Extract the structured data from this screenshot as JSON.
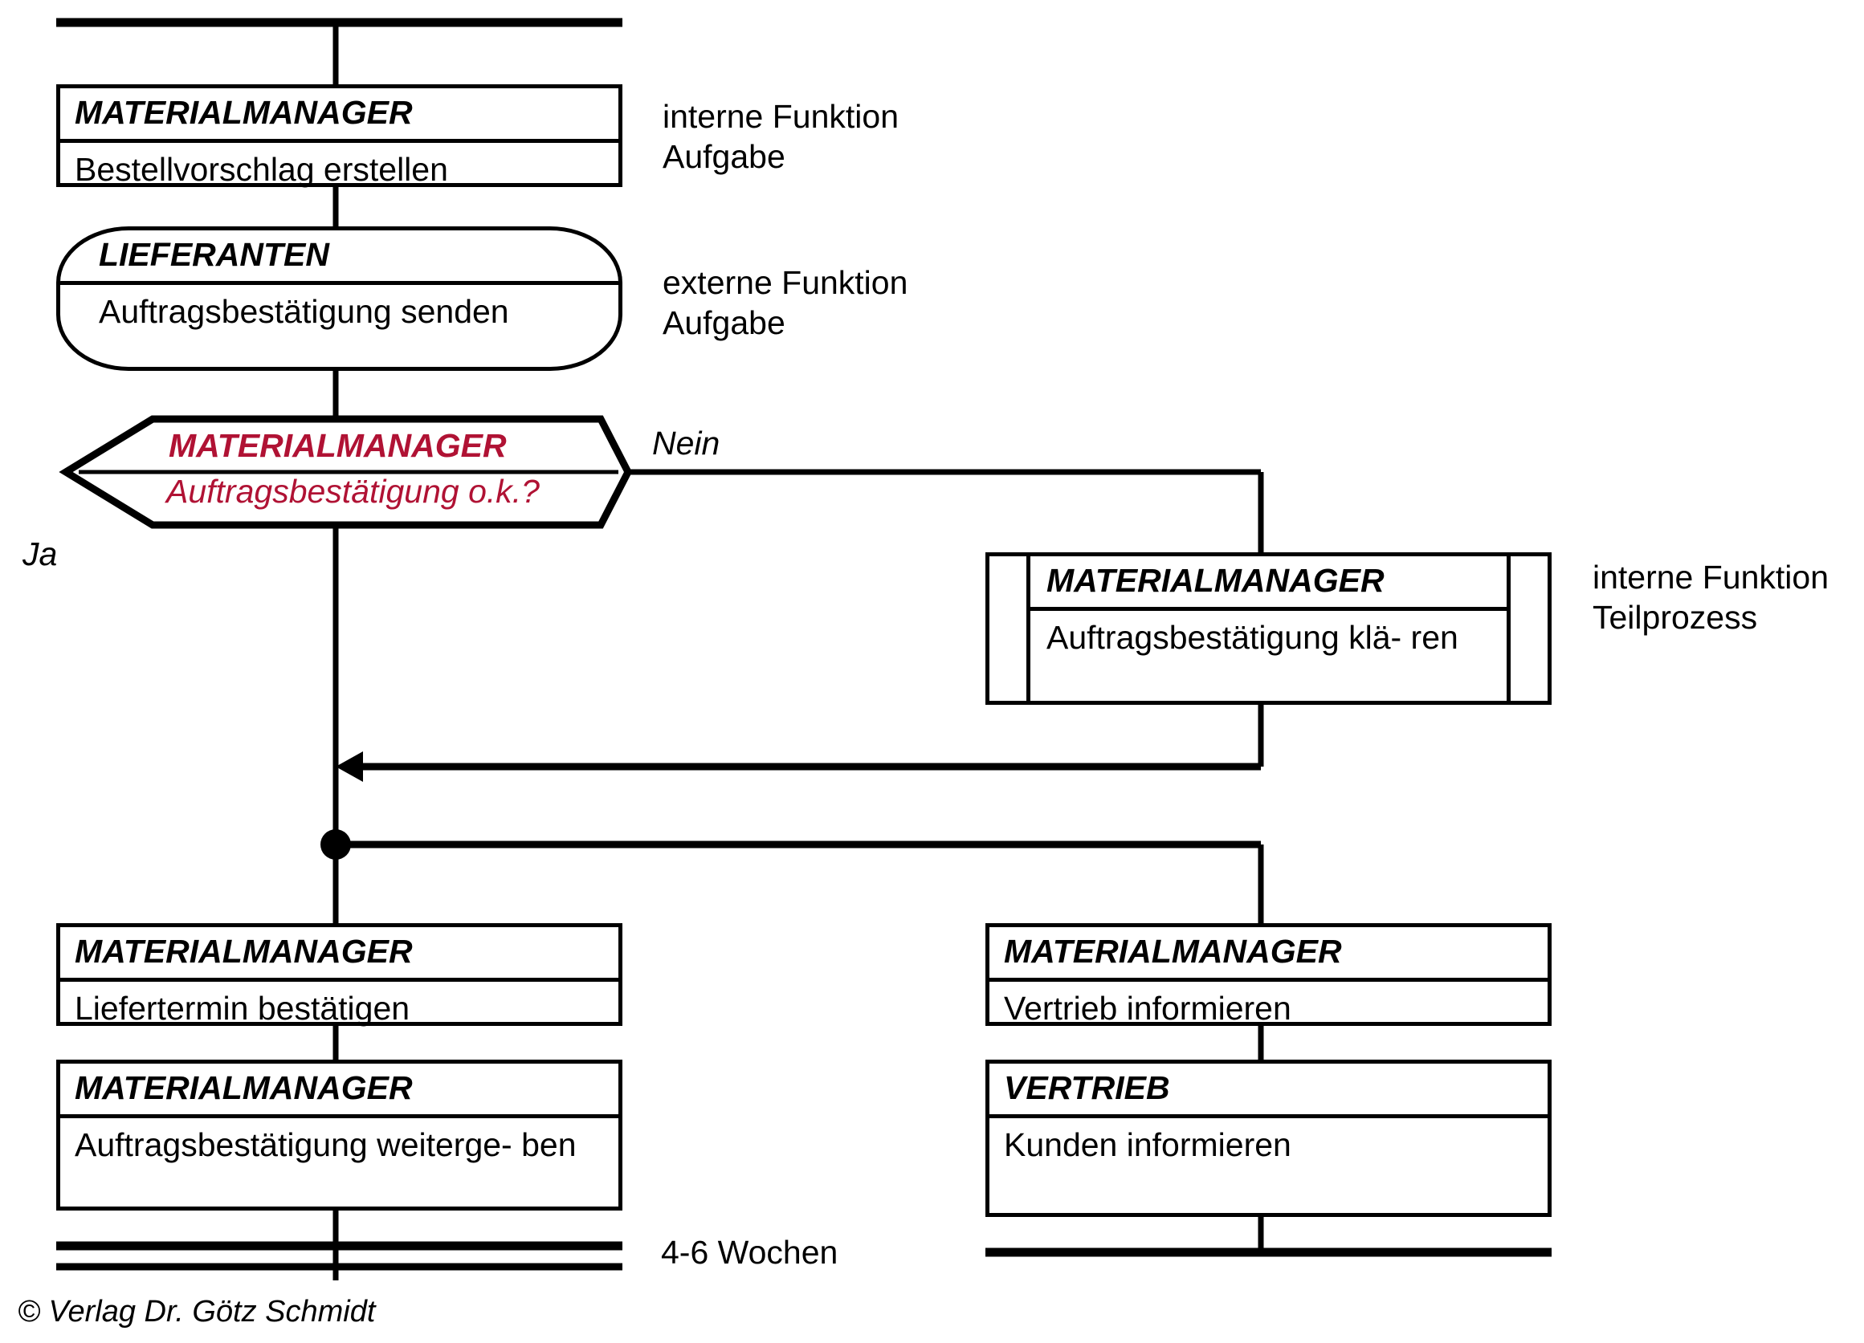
{
  "diagram": {
    "title": "Prozessablauf Bestellung / Auftragsbestaetigung",
    "accent_color": "#B01234",
    "line_color": "#000000",
    "background": "#ffffff"
  },
  "nodes": {
    "bestellvorschlag": {
      "role": "MATERIALMANAGER",
      "task": "Bestellvorschlag erstellen",
      "shape": "internal-function"
    },
    "auftragsbestaetigung_senden": {
      "role": "LIEFERANTEN",
      "task": "Auftragsbestätigung\nsenden",
      "shape": "external-function"
    },
    "decision_ok": {
      "role": "MATERIALMANAGER",
      "task": "Auftragsbestätigung o.k.?",
      "shape": "decision-hexagon"
    },
    "auftragsbestaetigung_klaeren": {
      "role": "MATERIALMANAGER",
      "task": "Auftragsbestätigung klä-\nren",
      "shape": "subprocess"
    },
    "liefertermin_bestaetigen": {
      "role": "MATERIALMANAGER",
      "task": "Liefertermin bestätigen",
      "shape": "internal-function"
    },
    "auftragsbestaetigung_weitergeben": {
      "role": "MATERIALMANAGER",
      "task": "Auftragsbestätigung weiterge-\nben",
      "shape": "internal-function"
    },
    "vertrieb_informieren": {
      "role": "MATERIALMANAGER",
      "task": "Vertrieb informieren",
      "shape": "internal-function"
    },
    "kunden_informieren": {
      "role": "VERTRIEB",
      "task": "Kunden informieren",
      "shape": "internal-function"
    }
  },
  "legend": {
    "internal_function_task": "interne Funktion\nAufgabe",
    "external_function_task": "externe Funktion\nAufgabe",
    "internal_function_subprocess": "interne Funktion\nTeilprozess"
  },
  "edge_labels": {
    "yes": "Ja",
    "no": "Nein",
    "duration": "4-6 Wochen"
  },
  "footer": {
    "copyright": "© Verlag Dr. Götz Schmidt"
  }
}
